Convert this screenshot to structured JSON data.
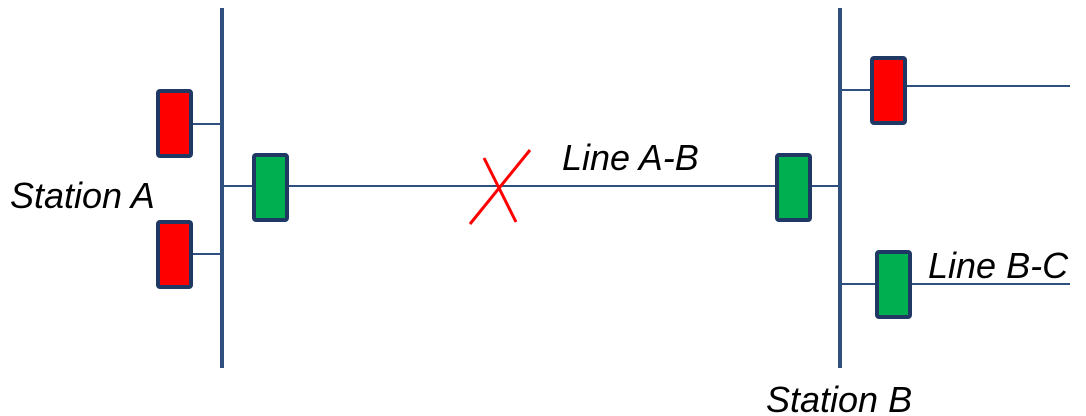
{
  "labels": {
    "station_a": "Station A",
    "station_b": "Station B",
    "line_ab": "Line A-B",
    "line_bc": "Line B-C"
  },
  "colors": {
    "bus": "#2F4F7F",
    "line": "#2F4F7F",
    "breaker_open": "#FF0000",
    "breaker_closed": "#00B050",
    "breaker_border": "#1F3864",
    "fault": "#FF0000",
    "background": "#FFFFFF"
  },
  "breakers": {
    "station_a_upper": {
      "state": "open"
    },
    "station_a_lower": {
      "state": "open"
    },
    "station_a_line_ab": {
      "state": "closed"
    },
    "station_b_line_ab": {
      "state": "closed"
    },
    "station_b_upper": {
      "state": "open"
    },
    "station_b_line_bc": {
      "state": "closed"
    }
  },
  "fault": {
    "line": "Line A-B",
    "icon": "fault-x-icon"
  }
}
